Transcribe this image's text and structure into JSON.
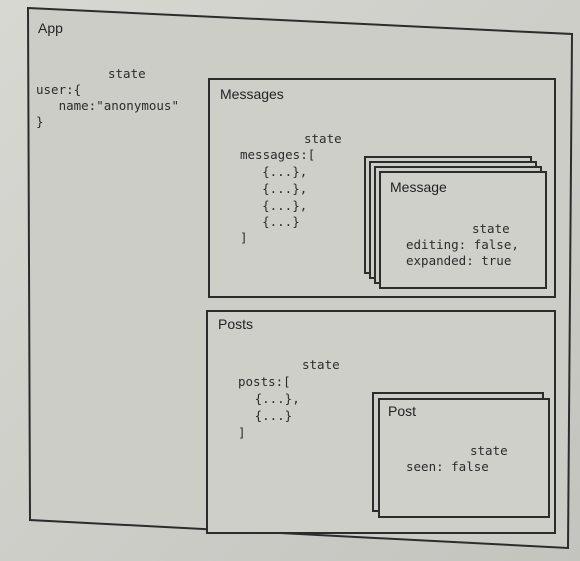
{
  "app": {
    "title": "App",
    "state_label": "state",
    "state_lines": [
      "user:{",
      "   name:\"anonymous\"",
      "}"
    ]
  },
  "messages": {
    "title": "Messages",
    "state_label": "state",
    "state_lines": [
      "messages:[",
      "    {...},",
      "    {...},",
      "    {...},",
      "    {...}",
      "]"
    ]
  },
  "message": {
    "title": "Message",
    "state_label": "state",
    "state_lines": [
      "editing: false,",
      "expanded: true"
    ]
  },
  "posts": {
    "title": "Posts",
    "state_label": "state",
    "state_lines": [
      "posts:[",
      "   {...},",
      "   {...}",
      "]"
    ]
  },
  "post": {
    "title": "Post",
    "state_label": "state",
    "state_lines": [
      "seen: false"
    ]
  }
}
